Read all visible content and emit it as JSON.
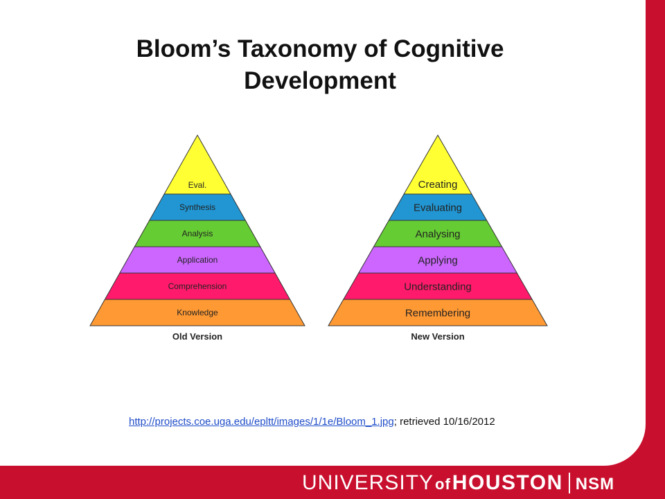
{
  "slide": {
    "title_line1": "Bloom’s Taxonomy of Cognitive",
    "title_line2": "Development"
  },
  "old_pyramid": {
    "caption": "Old Version",
    "layers": [
      "Eval.",
      "Synthesis",
      "Analysis",
      "Application",
      "Comprehension",
      "Knowledge"
    ]
  },
  "new_pyramid": {
    "caption": "New Version",
    "layers": [
      "Creating",
      "Evaluating",
      "Analysing",
      "Applying",
      "Understanding",
      "Remembering"
    ]
  },
  "layer_colors": [
    "#ffff33",
    "#2196d3",
    "#66cc33",
    "#cc66ff",
    "#ff1a6b",
    "#ff9933"
  ],
  "source": {
    "url": "http://projects.coe.uga.edu/epltt/images/1/1e/Bloom_1.jpg",
    "suffix": "; retrieved 10/16/2012"
  },
  "footer": {
    "university": "UNIVERSITY",
    "of": "of",
    "houston": "HOUSTON",
    "nsm": "NSM"
  }
}
